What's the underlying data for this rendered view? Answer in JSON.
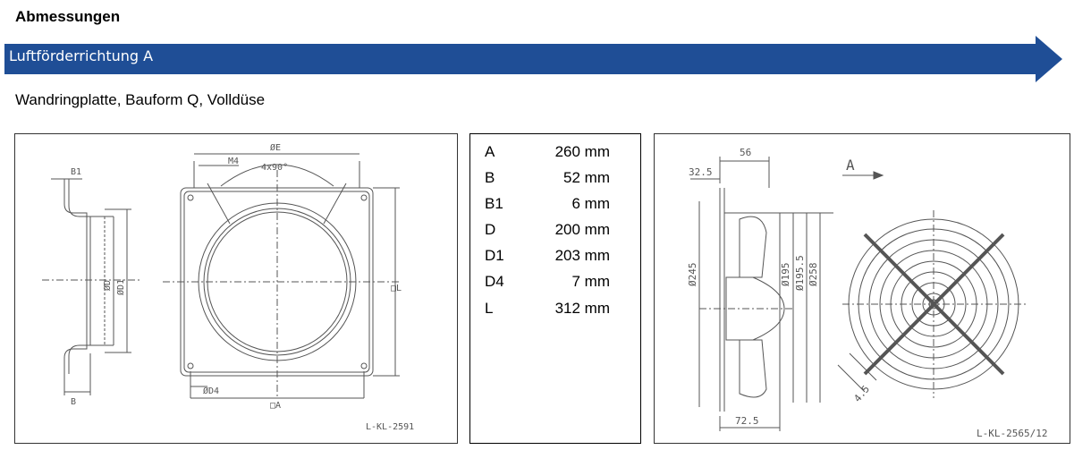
{
  "header": {
    "title": "Abmessungen",
    "banner_label": "Luftförderrichtung A",
    "banner_color": "#1f4e96"
  },
  "subtitle": "Wandringplatte, Bauform Q, Volldüse",
  "dimensions": [
    {
      "key": "A",
      "value": "260 mm"
    },
    {
      "key": "B",
      "value": "52 mm"
    },
    {
      "key": "B1",
      "value": "6 mm"
    },
    {
      "key": "D",
      "value": "200 mm"
    },
    {
      "key": "D1",
      "value": "203 mm"
    },
    {
      "key": "D4",
      "value": "7 mm"
    },
    {
      "key": "L",
      "value": "312 mm"
    }
  ],
  "drawing_left": {
    "code": "L-KL-2591",
    "labels": {
      "b1": "B1",
      "m4": "M4",
      "angle": "4x90°",
      "de": "ØE",
      "d": "ØD",
      "d1": "ØD1",
      "b": "B",
      "d4": "ØD4",
      "a": "□A",
      "l": "□L"
    }
  },
  "drawing_right": {
    "code": "L-KL-2565/12",
    "labels": {
      "dim56": "56",
      "dim32": "32.5",
      "arrow": "A",
      "d245": "Ø245",
      "d195": "Ø195",
      "d1955": "Ø195.5",
      "d258": "Ø258",
      "dim725": "72.5",
      "dim45": "4.5"
    }
  }
}
